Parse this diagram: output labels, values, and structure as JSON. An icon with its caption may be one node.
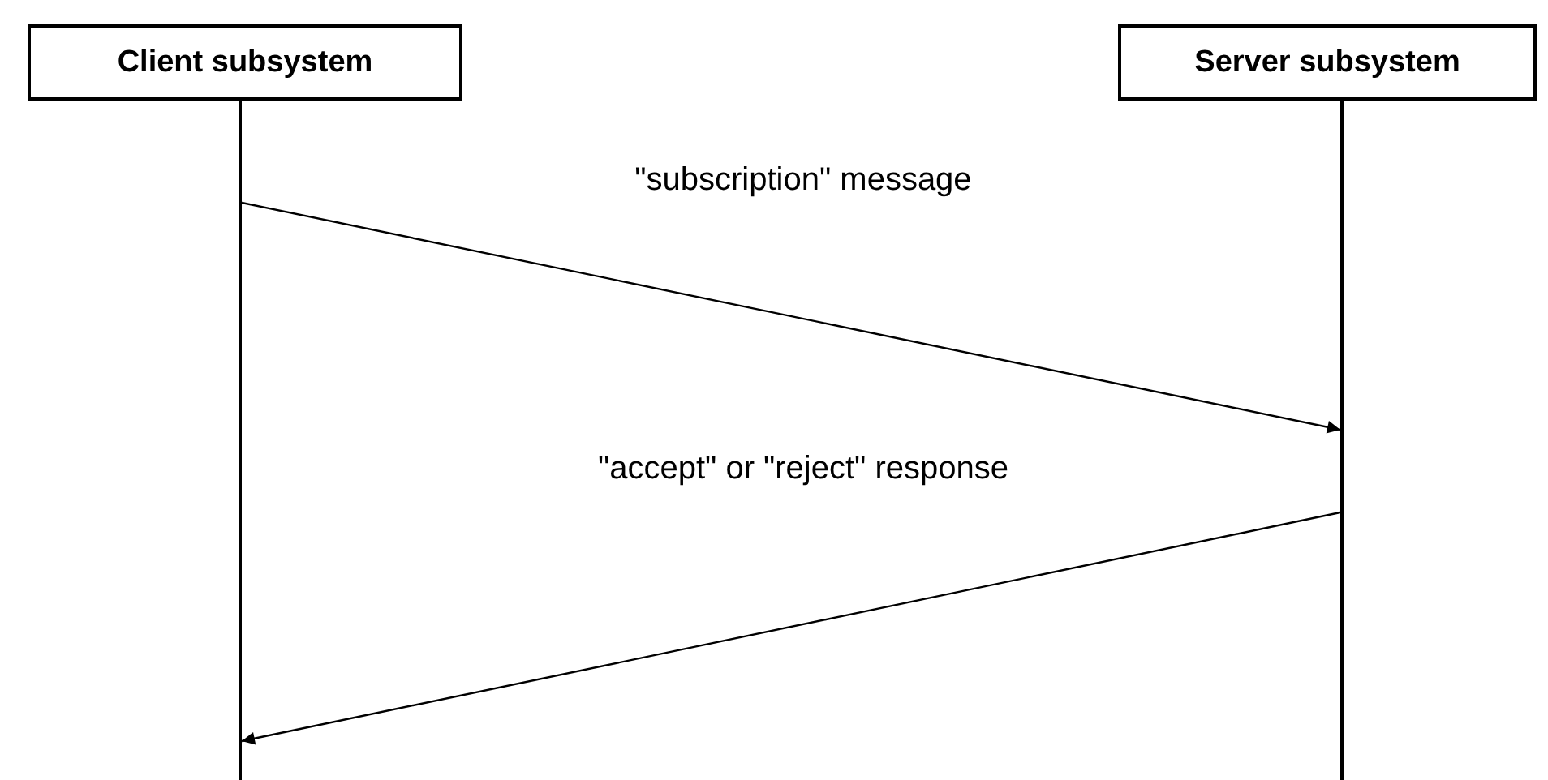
{
  "diagram": {
    "nodes": [
      {
        "text": [
          "Client subsystem"
        ]
      },
      {
        "text": [
          "Server subsystem"
        ]
      },
      {
        "text": [],
        "shape": "bar"
      },
      {
        "text": [],
        "shape": "bar"
      }
    ],
    "edges": [
      {
        "from": 2,
        "to": 3,
        "arrow": "to",
        "label": "\"subscription\" message"
      },
      {
        "from": 3,
        "to": 2,
        "arrow": "to",
        "label": "\"accept\" or \"reject\" response"
      }
    ]
  }
}
